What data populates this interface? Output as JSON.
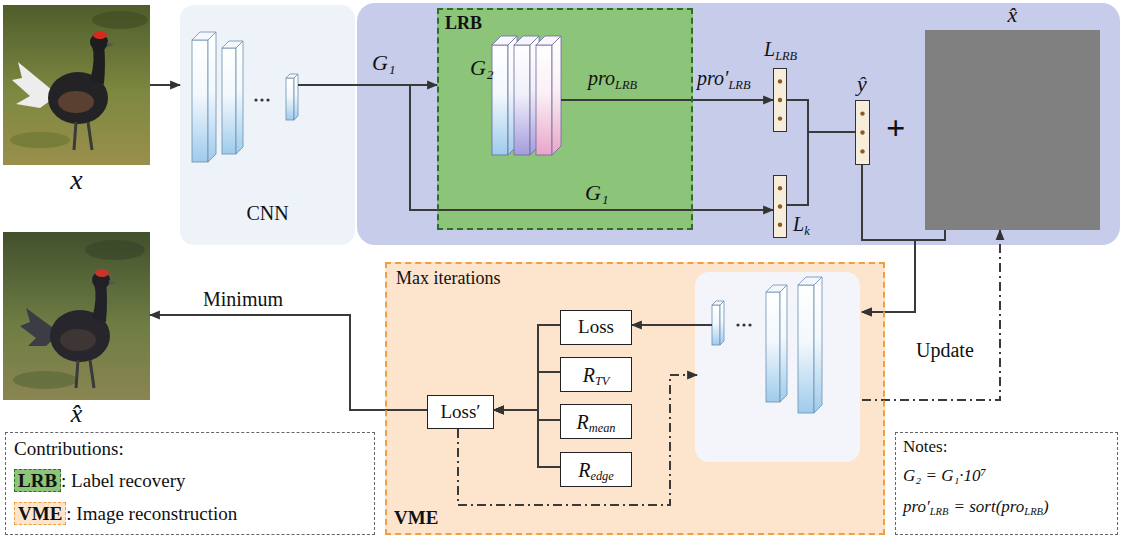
{
  "diagram": {
    "nodes": [
      {
        "text": [
          "x"
        ]
      },
      {
        "text": [
          "CNN"
        ]
      },
      {
        "text": [
          "LRB"
        ]
      },
      {
        "text": [
          "L",
          "LRB"
        ]
      },
      {
        "text": [
          "L",
          "k"
        ]
      },
      {
        "text": [
          "ŷ"
        ]
      },
      {
        "text": [
          "x̂"
        ]
      },
      {
        "text": [
          "Max iterations",
          "VME"
        ]
      },
      {
        "text": [
          "Loss"
        ],
        "in": 7
      },
      {
        "text": [
          "R",
          "TV"
        ],
        "in": 7
      },
      {
        "text": [
          "R",
          "mean"
        ],
        "in": 7
      },
      {
        "text": [
          "R",
          "edge"
        ],
        "in": 7
      },
      {
        "text": [
          "Loss′"
        ],
        "in": 7
      },
      {
        "text": [],
        "in": 7
      },
      {
        "text": [
          "x̂"
        ]
      },
      {
        "text": [
          "Contributions:",
          "LRB",
          ": Label recovery",
          "VME",
          ": Image reconstruction"
        ]
      },
      {
        "text": [
          "Notes:",
          "G₂ = G₁·10⁷",
          "pro′",
          "LRB",
          "= sort(pro",
          "LRB",
          ")"
        ]
      }
    ],
    "edges": [
      {
        "from": 0,
        "to": 1,
        "arrow": "to"
      },
      {
        "from": 1,
        "to": 2,
        "arrow": "to"
      },
      {
        "from": 1,
        "to": 4,
        "arrow": "to"
      },
      {
        "from": 2,
        "to": 3,
        "arrow": "to"
      },
      {
        "from": 3,
        "to": 5,
        "arrow": "none"
      },
      {
        "from": 4,
        "to": 5,
        "arrow": "none"
      },
      {
        "from": 5,
        "to": 13,
        "arrow": "to"
      },
      {
        "from": 6,
        "to": 13,
        "arrow": "to"
      },
      {
        "from": 13,
        "to": 8,
        "arrow": "to"
      },
      {
        "from": 8,
        "to": 12,
        "arrow": "to"
      },
      {
        "from": 9,
        "to": 12,
        "arrow": "to"
      },
      {
        "from": 10,
        "to": 12,
        "arrow": "to"
      },
      {
        "from": 11,
        "to": 12,
        "arrow": "to"
      },
      {
        "from": 12,
        "to": 14,
        "label": "Minimum",
        "arrow": "to"
      },
      {
        "from": 12,
        "to": 13,
        "arrow": "to"
      },
      {
        "from": 13,
        "to": 6,
        "label": "Update",
        "arrow": "to"
      }
    ],
    "labels": [
      "G₁",
      "G₂",
      "pro",
      "LRB",
      "pro′",
      "LRB",
      "G₁",
      "+"
    ]
  }
}
